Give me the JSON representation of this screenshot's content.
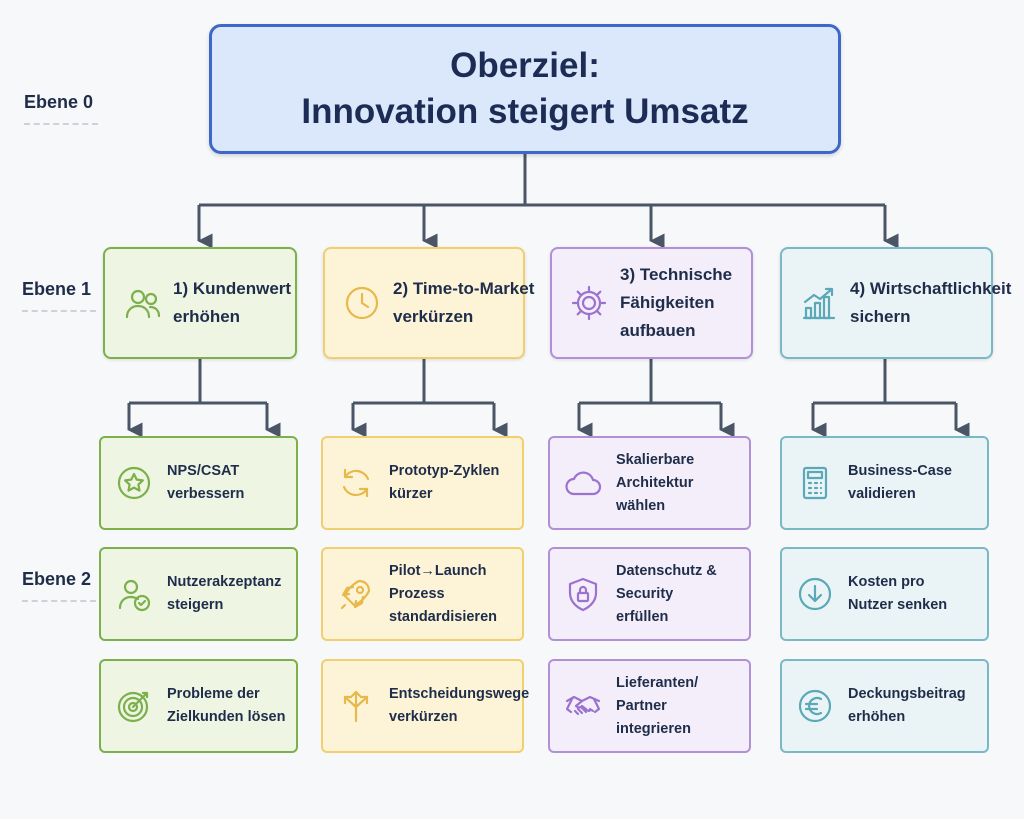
{
  "levels": [
    "Ebene 0",
    "Ebene 1",
    "Ebene 2"
  ],
  "top_goal": {
    "line1": "Oberziel:",
    "line2": "Innovation steigert Umsatz"
  },
  "colors": {
    "green": "#7cb04a",
    "yellow": "#e8b84a",
    "purple": "#9c72cf",
    "teal": "#5aa8b8",
    "connector": "#4a5566",
    "top": "#3e68c8"
  },
  "branches": [
    {
      "lines": [
        "1) Kundenwert",
        "erhöhen"
      ],
      "icon": "users-icon",
      "children": [
        {
          "lines": [
            "NPS/CSAT",
            "verbessern"
          ],
          "icon": "star-badge-icon"
        },
        {
          "lines": [
            "Nutzerakzeptanz",
            "steigern"
          ],
          "icon": "user-check-icon"
        },
        {
          "lines": [
            "Probleme der",
            "Zielkunden lösen"
          ],
          "icon": "target-icon"
        }
      ]
    },
    {
      "lines": [
        "2) Time-to-Market",
        "verkürzen"
      ],
      "icon": "clock-icon",
      "children": [
        {
          "lines": [
            "Prototyp-Zyklen",
            "kürzer"
          ],
          "icon": "refresh-icon"
        },
        {
          "lines": [
            "Pilot→Launch",
            "Prozess",
            "standardisieren"
          ],
          "icon": "rocket-icon"
        },
        {
          "lines": [
            "Entscheidungswege",
            "verkürzen"
          ],
          "icon": "split-arrows-icon"
        }
      ]
    },
    {
      "lines": [
        "3) Technische",
        "Fähigkeiten",
        "aufbauen"
      ],
      "icon": "gear-icon",
      "children": [
        {
          "lines": [
            "Skalierbare",
            "Architektur",
            "wählen"
          ],
          "icon": "cloud-icon"
        },
        {
          "lines": [
            "Datenschutz &",
            "Security",
            "erfüllen"
          ],
          "icon": "shield-lock-icon"
        },
        {
          "lines": [
            "Lieferanten/",
            "Partner",
            "integrieren"
          ],
          "icon": "handshake-icon"
        }
      ]
    },
    {
      "lines": [
        "4) Wirtschaftlichkeit",
        "sichern"
      ],
      "icon": "chart-growth-icon",
      "children": [
        {
          "lines": [
            "Business-Case",
            "validieren"
          ],
          "icon": "calculator-icon"
        },
        {
          "lines": [
            "Kosten pro",
            "Nutzer senken"
          ],
          "icon": "arrow-down-circle-icon"
        },
        {
          "lines": [
            "Deckungsbeitrag",
            "erhöhen"
          ],
          "icon": "euro-icon"
        }
      ]
    }
  ]
}
